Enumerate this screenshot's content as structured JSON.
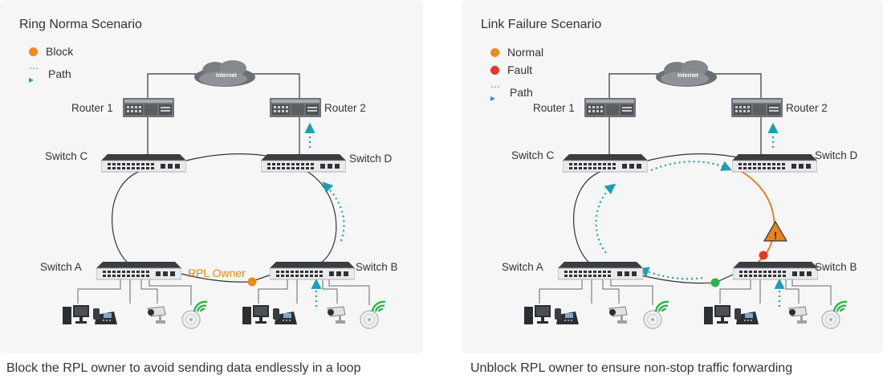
{
  "colors": {
    "block": "#ef8a1b",
    "normal": "#ef8a1b",
    "fault": "#e8372a",
    "path": "#1a9fb3",
    "unblocked": "#2db34a",
    "faulty_link": "#e8741b",
    "warning_fill": "#e8821b"
  },
  "icons": {
    "cloud": "internet-cloud-icon",
    "router": "router-icon",
    "switch": "switch-icon",
    "pc": "desktop-pc-icon",
    "phone": "ip-phone-icon",
    "camera": "security-camera-icon",
    "ap": "wireless-ap-icon",
    "wifi": "wifi-signal-icon",
    "warning": "warning-triangle-icon"
  },
  "left": {
    "title": "Ring Norma Scenario",
    "legend": [
      {
        "type": "dot",
        "color": "#ef8a1b",
        "label": "Block"
      },
      {
        "type": "arrow",
        "label": "Path"
      }
    ],
    "internet": "Internet",
    "router1": "Router 1",
    "router2": "Router 2",
    "switch_c": "Switch C",
    "switch_d": "Switch D",
    "switch_a": "Switch A",
    "switch_b": "Switch B",
    "rpl_owner": "RPL Owner",
    "caption": "Block the RPL owner to avoid sending data endlessly in a loop"
  },
  "right": {
    "title": "Link Failure Scenario",
    "legend": [
      {
        "type": "dot",
        "color": "#ef8a1b",
        "label": "Normal"
      },
      {
        "type": "dot",
        "color": "#e8372a",
        "label": "Fault"
      },
      {
        "type": "arrow",
        "label": "Path"
      }
    ],
    "internet": "Internet",
    "router1": "Router 1",
    "router2": "Router 2",
    "switch_c": "Switch C",
    "switch_d": "Switch D",
    "switch_a": "Switch A",
    "switch_b": "Switch B",
    "caption": "Unblock RPL owner to ensure non-stop traffic forwarding"
  }
}
